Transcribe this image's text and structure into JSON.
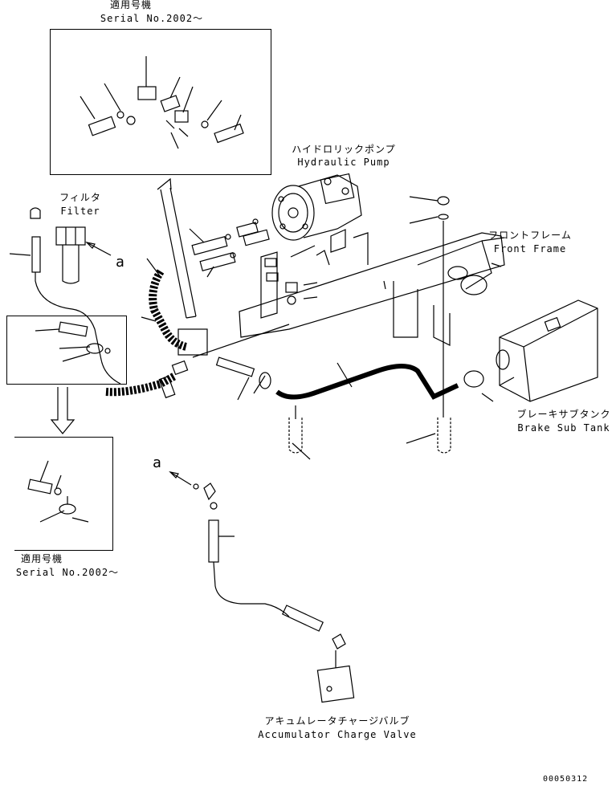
{
  "labels": {
    "serial_top_jp": "適用号機",
    "serial_top_en": "Serial No.2002～",
    "pump_jp": "ハイドロリックポンプ",
    "pump_en": "Hydraulic Pump",
    "filter_jp": "フィルタ",
    "filter_en": "Filter",
    "front_frame_jp": "フロントフレーム",
    "front_frame_en": "Front Frame",
    "brake_tank_jp": "ブレーキサブタンク",
    "brake_tank_en": "Brake Sub Tank",
    "serial_bottom_jp": "適用号機",
    "serial_bottom_en": "Serial No.2002～",
    "accumulator_jp": "アキュムレータチャージバルブ",
    "accumulator_en": "Accumulator Charge Valve",
    "ref_a_filter": "a",
    "ref_a_lower": "a",
    "drawing_no": "00050312"
  }
}
